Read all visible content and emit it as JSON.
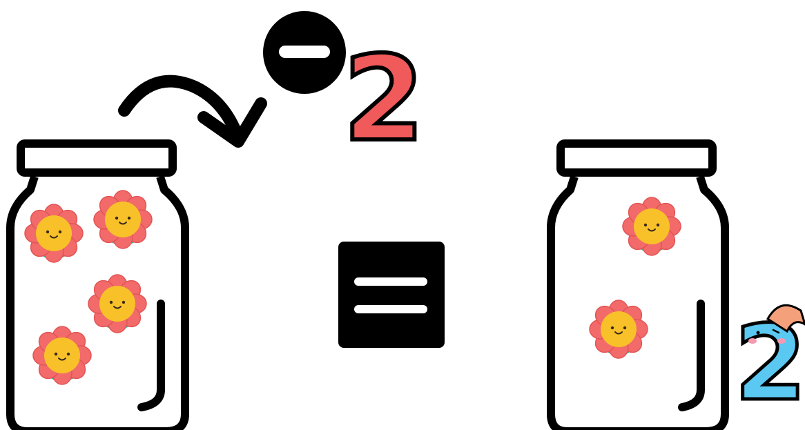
{
  "equation": {
    "operator": "minus",
    "subtract_value": "2",
    "equals_symbol": "equals",
    "result_value": "2",
    "left_jar_flower_count": 4,
    "right_jar_flower_count": 2
  },
  "colors": {
    "outline": "#000000",
    "petal": "#f26a6a",
    "petal_dark": "#e25454",
    "flower_center": "#f8c12a",
    "stem": "#2fb89a",
    "number_red": "#f05a5a",
    "number_blue": "#5bc8f2"
  },
  "icons": [
    "jar",
    "flower",
    "curved-arrow",
    "minus-circle",
    "equals-square",
    "cute-number-two"
  ]
}
